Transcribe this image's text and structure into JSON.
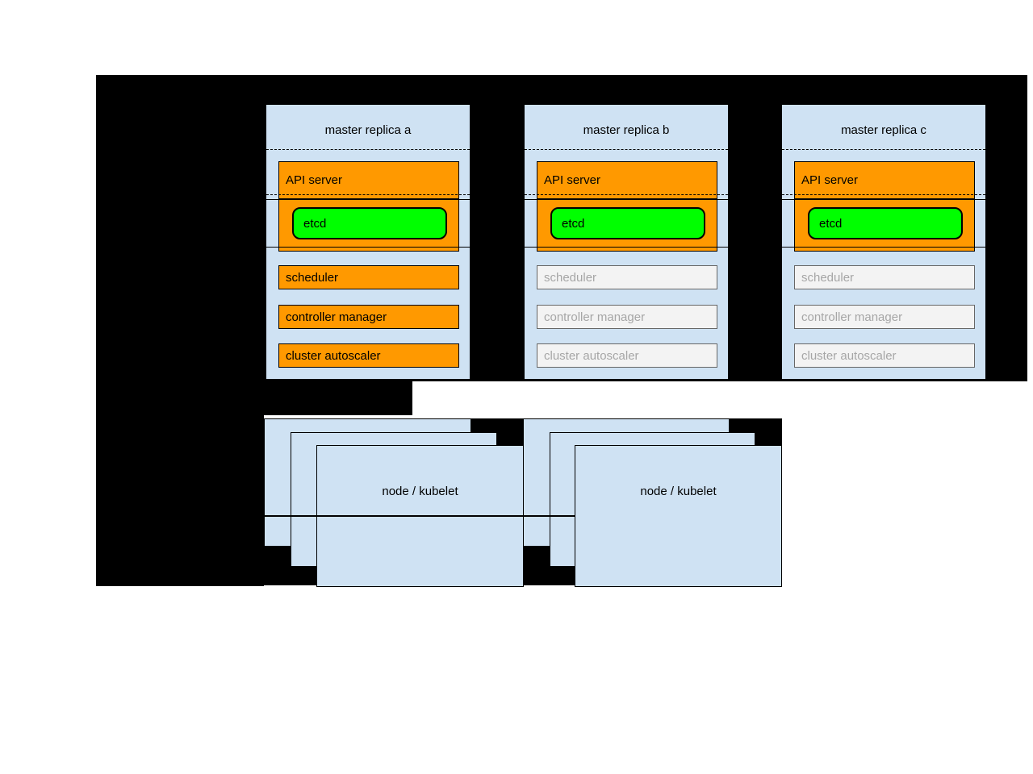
{
  "diagram_title": "kubernetes-ha-masters-architecture",
  "colors": {
    "background": "#ffffff",
    "void_black": "#000000",
    "box_blue": "#cfe2f3",
    "active_orange": "#ff9900",
    "etcd_green": "#00ff00",
    "inactive_fill": "#f3f3f3",
    "inactive_text": "#a6a6a6",
    "border": "#000000"
  },
  "replicas": [
    {
      "title": "master replica a",
      "api_server": "API server",
      "etcd": "etcd",
      "components": [
        "scheduler",
        "controller manager",
        "cluster autoscaler"
      ],
      "components_state": "active"
    },
    {
      "title": "master replica b",
      "api_server": "API server",
      "etcd": "etcd",
      "components": [
        "scheduler",
        "controller manager",
        "cluster autoscaler"
      ],
      "components_state": "inactive"
    },
    {
      "title": "master replica c",
      "api_server": "API server",
      "etcd": "etcd",
      "components": [
        "scheduler",
        "controller manager",
        "cluster autoscaler"
      ],
      "components_state": "inactive"
    }
  ],
  "node_stacks": [
    {
      "label": "node / kubelet"
    },
    {
      "label": "node / kubelet"
    }
  ]
}
